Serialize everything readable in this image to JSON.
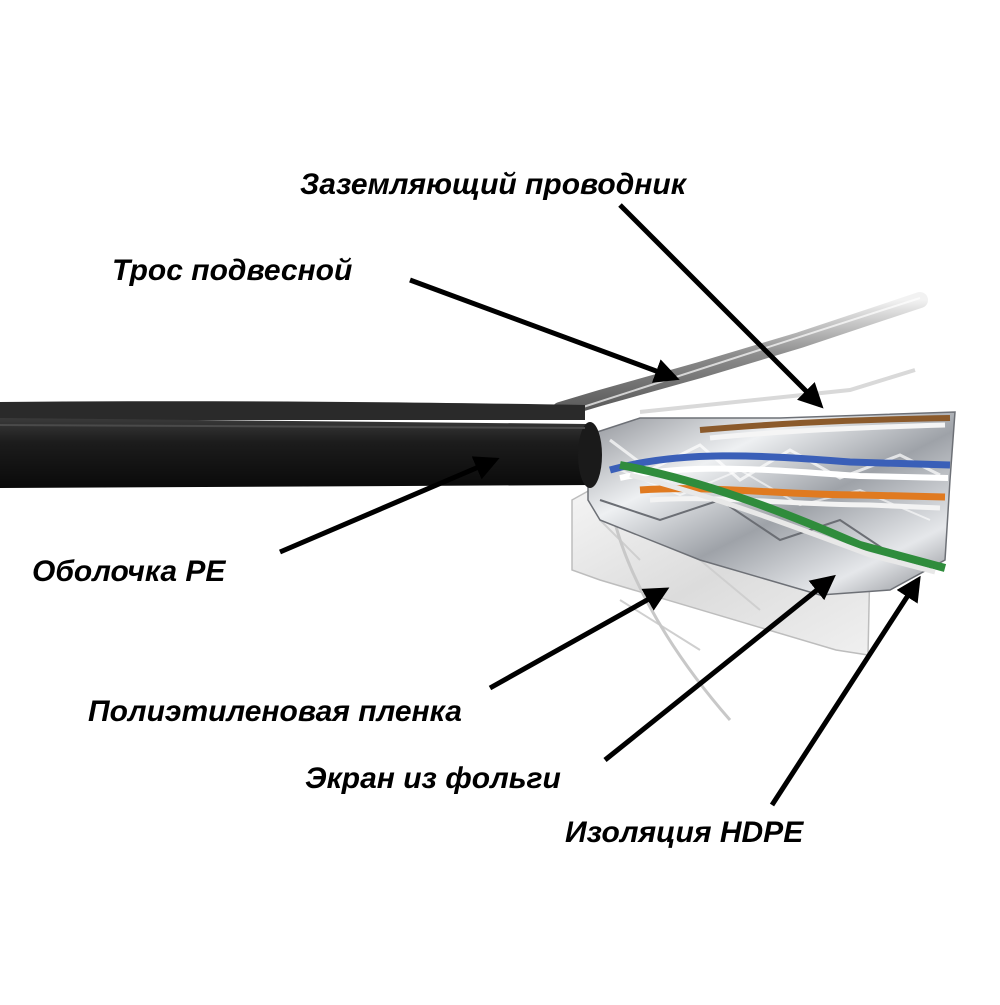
{
  "labels": {
    "ground_wire": "Заземляющий проводник",
    "messenger": "Трос подвесной",
    "jacket": "Оболочка PE",
    "pe_film": "Полиэтиленовая пленка",
    "foil_screen": "Экран из фольги",
    "insulation": "Изоляция HDPE"
  },
  "colors": {
    "jacket": "#151515",
    "foil": "#c9ccd0",
    "wire_green": "#2f8c3c",
    "wire_blue": "#3a5fb8",
    "wire_orange": "#e07a20",
    "wire_white": "#eeeeee",
    "arrow": "#000000"
  },
  "icons": [
    "cable-illustration",
    "arrow-icon"
  ]
}
